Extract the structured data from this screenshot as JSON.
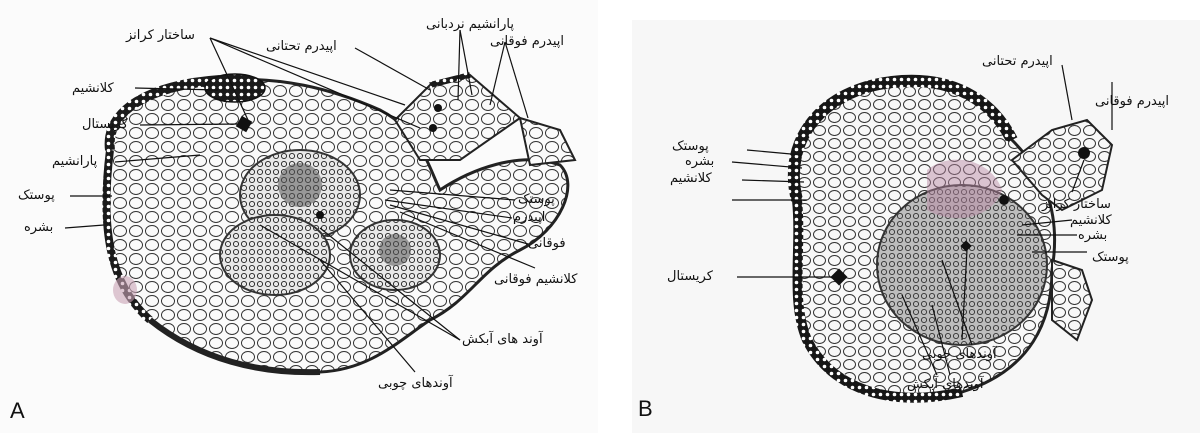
{
  "panel_a": {
    "letter": "A",
    "labels": {
      "vascular_structure": "ساختار کرانز",
      "lower_epidermis": "اپیدرم تحتانی",
      "palisade_parenchyma": "پارانشیم نردبانی",
      "upper_epidermis": "اپیدرم فوقانی",
      "collenchyma": "کلانشیم",
      "crystal": "کریستال",
      "parenchyma": "پارانشیم",
      "cortex": "پوستک",
      "epidermis": "بشره",
      "cortex_right": "پوستک",
      "epidermis_right": "اپیدرم",
      "upper_right": "فوقانی",
      "upper_collenchyma": "کلانشیم فوقانی",
      "phloem": "آوند های آبکش",
      "xylem": "آوندهای چوبی"
    }
  },
  "panel_b": {
    "letter": "B",
    "labels": {
      "lower_epidermis": "اپیدرم تحتانی",
      "upper_epidermis": "اپیدرم فوقانی",
      "cortex": "پوستک",
      "epidermis": "بشره",
      "collenchyma": "کلانشیم",
      "vascular_structure": "ساختار کرانز",
      "collenchyma_right": "کلانشیم",
      "epidermis_right": "بشره",
      "cortex_right": "پوستک",
      "crystal": "کریستال",
      "xylem": "آوندهای چوبی",
      "phloem": "آوندهای آبکش"
    }
  }
}
